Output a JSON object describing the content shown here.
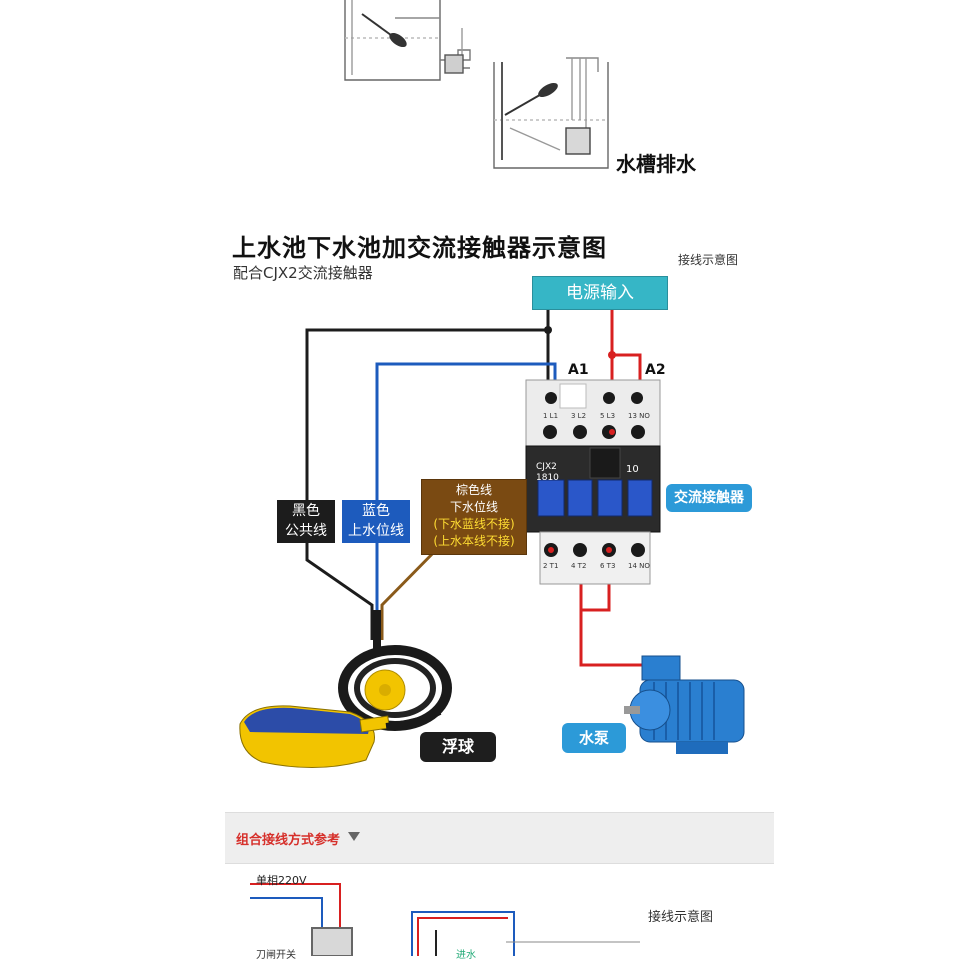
{
  "top": {
    "drain_label": "水槽排水"
  },
  "diagram": {
    "title": "上水池下水池加交流接触器示意图",
    "subtitle": "配合CJX2交流接触器",
    "note": "接线示意图",
    "power_input": "电源输入",
    "terminal_a1": "A1",
    "terminal_a2": "A2",
    "contactor_model": "CJX2\n1810",
    "contactor_code": "10",
    "contactor_label": "交流接触器",
    "black_wire": {
      "line1": "黑色",
      "line2": "公共线"
    },
    "blue_wire": {
      "line1": "蓝色",
      "line2": "上水位线"
    },
    "brown_wire": {
      "line1": "棕色线",
      "line2": "下水位线",
      "line3": "(下水蓝线不接)",
      "line4": "(上水本线不接)"
    },
    "float_label": "浮球",
    "pump_label": "水泵",
    "top_terminals": [
      "1 L1",
      "3 L2",
      "5 L3",
      "13 NO"
    ],
    "bottom_terminals": [
      "2 T1",
      "4 T2",
      "6 T3",
      "14 NO"
    ]
  },
  "section_bar": {
    "label": "组合接线方式参考"
  },
  "bottom": {
    "single_phase": "单相220V",
    "note": "接线示意图",
    "inlet": "进水",
    "knife_switch": "刀闸开关"
  },
  "colors": {
    "black_wire": "#1c1c1c",
    "blue_wire": "#1d5bbd",
    "brown_wire": "#8a5a1a",
    "red_wire": "#d82020",
    "power_box": "#36b6c6",
    "callout": "#2c9ad8",
    "float_yellow": "#f2c400",
    "float_blue": "#2c4ca8",
    "pump_blue": "#2a7fd0"
  }
}
